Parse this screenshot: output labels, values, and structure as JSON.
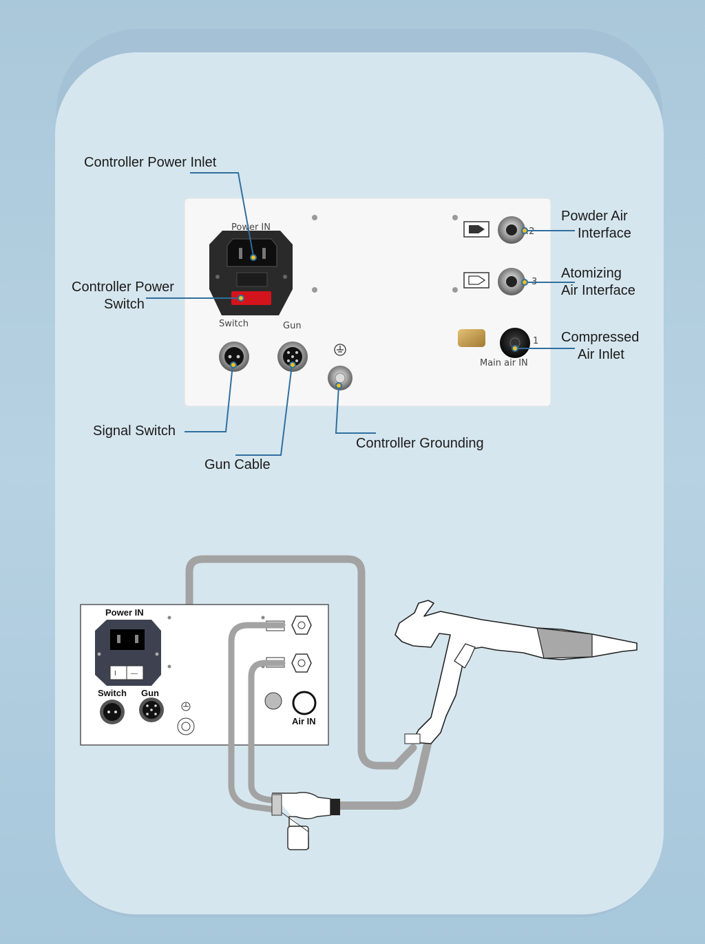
{
  "labels": {
    "controller_power_inlet": "Controller Power Inlet",
    "controller_power_switch_1": "Controller Power",
    "controller_power_switch_2": "Switch",
    "powder_air_1": "Powder Air",
    "powder_air_2": "Interface",
    "atomizing_air_1": "Atomizing",
    "atomizing_air_2": "Air Interface",
    "compressed_air_1": "Compressed",
    "compressed_air_2": "Air Inlet",
    "signal_switch": "Signal Switch",
    "gun_cable": "Gun Cable",
    "controller_grounding": "Controller Grounding"
  },
  "photo_panel": {
    "power_in": "Power IN",
    "switch": "Switch",
    "gun": "Gun",
    "main_air_in": "Main air IN",
    "port_2": ".2",
    "port_3": "3",
    "port_1": "1"
  },
  "schematic_panel": {
    "power_in": "Power IN",
    "switch": "Switch",
    "gun": "Gun",
    "air_in": "Air IN"
  },
  "colors": {
    "background": "#a9c8da",
    "card": "#d6e6ee",
    "leader_line": "#2f6f9e",
    "hose": "#a8a8a8",
    "panel": "#ffffff"
  }
}
